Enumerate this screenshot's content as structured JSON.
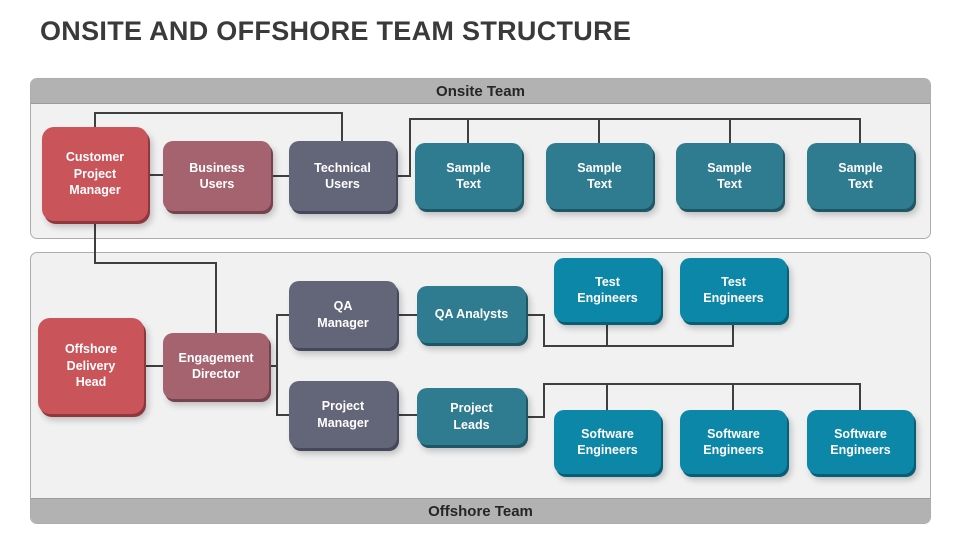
{
  "title": "ONSITE AND OFFSHORE TEAM STRUCTURE",
  "onsite": {
    "header": "Onsite Team",
    "nodes": [
      {
        "id": "customer-project-manager",
        "label": "Customer\nProject\nManager",
        "color_key": "red"
      },
      {
        "id": "business-users",
        "label": "Business\nUsers",
        "color_key": "mauve"
      },
      {
        "id": "technical-users",
        "label": "Technical\nUsers",
        "color_key": "slate"
      },
      {
        "id": "sample-text-1",
        "label": "Sample\nText",
        "color_key": "teal"
      },
      {
        "id": "sample-text-2",
        "label": "Sample\nText",
        "color_key": "teal"
      },
      {
        "id": "sample-text-3",
        "label": "Sample\nText",
        "color_key": "teal"
      },
      {
        "id": "sample-text-4",
        "label": "Sample\nText",
        "color_key": "teal"
      }
    ]
  },
  "offshore": {
    "header": "Offshore Team",
    "nodes": [
      {
        "id": "offshore-delivery-head",
        "label": "Offshore\nDelivery\nHead",
        "color_key": "red"
      },
      {
        "id": "engagement-director",
        "label": "Engagement\nDirector",
        "color_key": "mauve"
      },
      {
        "id": "qa-manager",
        "label": "QA\nManager",
        "color_key": "slate"
      },
      {
        "id": "qa-analysts",
        "label": "QA Analysts",
        "color_key": "teal"
      },
      {
        "id": "test-engineers-1",
        "label": "Test\nEngineers",
        "color_key": "bright_teal"
      },
      {
        "id": "test-engineers-2",
        "label": "Test\nEngineers",
        "color_key": "bright_teal"
      },
      {
        "id": "project-manager",
        "label": "Project\nManager",
        "color_key": "slate"
      },
      {
        "id": "project-leads",
        "label": "Project\nLeads",
        "color_key": "teal"
      },
      {
        "id": "software-engineers-1",
        "label": "Software\nEngineers",
        "color_key": "bright_teal"
      },
      {
        "id": "software-engineers-2",
        "label": "Software\nEngineers",
        "color_key": "bright_teal"
      },
      {
        "id": "software-engineers-3",
        "label": "Software\nEngineers",
        "color_key": "bright_teal"
      }
    ]
  },
  "palette": {
    "red": "#C9545A",
    "mauve": "#A5636F",
    "slate": "#636678",
    "teal": "#2F7B8F",
    "bright_teal": "#0C87A7",
    "panel_header": "#B2B2B3",
    "panel_bg": "#F1F1F2",
    "connector": "#3F3F3F",
    "title_text": "#3A3A3A"
  }
}
